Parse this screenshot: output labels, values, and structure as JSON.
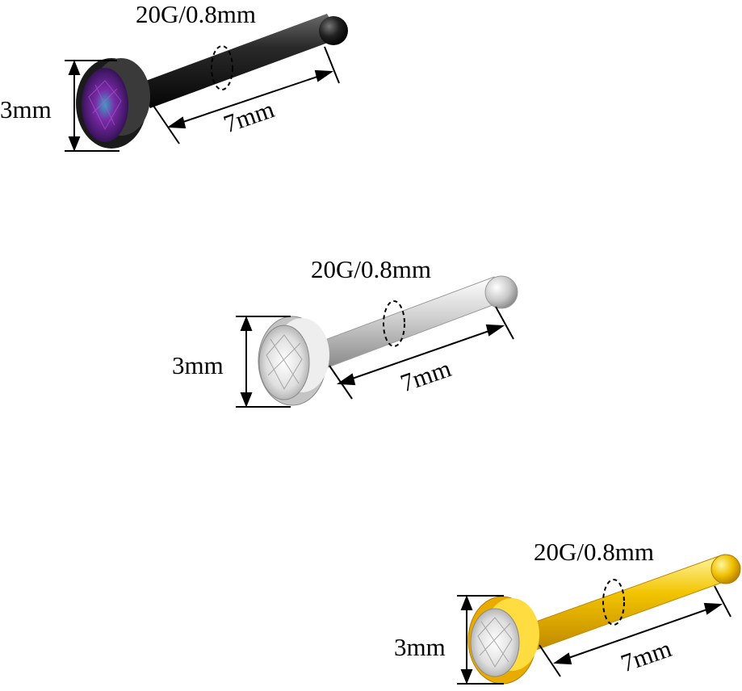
{
  "items": [
    {
      "finish": "black",
      "gauge_label": "20G/0.8mm",
      "height_label": "3mm",
      "length_label": "7mm",
      "colors": {
        "metal": "#1a1a1a",
        "metal_light": "#5a5a5a",
        "stone": "#5a2a8a"
      }
    },
    {
      "finish": "silver",
      "gauge_label": "20G/0.8mm",
      "height_label": "3mm",
      "length_label": "7mm",
      "colors": {
        "metal": "#b8b8b8",
        "metal_light": "#f4f4f4",
        "stone": "#e8e8e8"
      }
    },
    {
      "finish": "gold",
      "gauge_label": "20G/0.8mm",
      "height_label": "3mm",
      "length_label": "7mm",
      "colors": {
        "metal": "#e0a800",
        "metal_light": "#fff07a",
        "stone": "#e8e8e8"
      }
    }
  ]
}
